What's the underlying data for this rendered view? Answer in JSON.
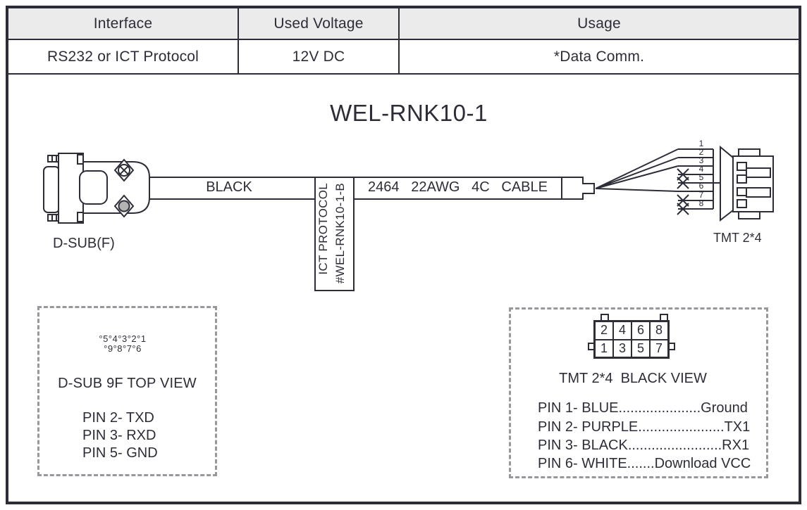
{
  "colors": {
    "line": "#2d2d38",
    "table_header_bg": "#ebebeb",
    "dashed_border": "#97979c",
    "screw_fill": "#b3b3b3"
  },
  "spec_table": {
    "headers": [
      "Interface",
      "Used Voltage",
      "Usage"
    ],
    "row": [
      "RS232 or ICT Protocol",
      "12V DC",
      "*Data Comm."
    ]
  },
  "diagram": {
    "title": "WEL-RNK10-1",
    "cable_color_label": "BLACK",
    "cable_spec_label": "2464   22AWG   4C   CABLE",
    "tag_line1": "ICT PROTOCOL",
    "tag_line2": "#WEL-RNK10-1-B",
    "left_connector_label": "D-SUB(F)",
    "right_connector_label": "TMT 2*4",
    "wire_numbers": [
      "1",
      "2",
      "3",
      "4",
      "5",
      "6",
      "7",
      "8"
    ],
    "connected_wires": [
      "1",
      "2",
      "3",
      "6"
    ],
    "crossed_wires": [
      "4",
      "5",
      "7",
      "8"
    ]
  },
  "dsub_panel": {
    "view_label": "D-SUB 9F TOP VIEW",
    "pin_row_top": "°5°4°3°2°1",
    "pin_row_bottom": "°9°8°7°6",
    "pins": [
      "PIN 2- TXD",
      "PIN 3- RXD",
      "PIN 5- GND"
    ]
  },
  "tmt_panel": {
    "view_label": "TMT 2*4  BLACK VIEW",
    "grid_top_row": [
      "2",
      "4",
      "6",
      "8"
    ],
    "grid_bottom_row": [
      "1",
      "3",
      "5",
      "7"
    ],
    "pins": [
      "PIN 1- BLUE.....................Ground",
      "PIN 2- PURPLE......................TX1",
      "PIN 3- BLACK........................RX1",
      "PIN 6- WHITE.......Download VCC"
    ]
  }
}
